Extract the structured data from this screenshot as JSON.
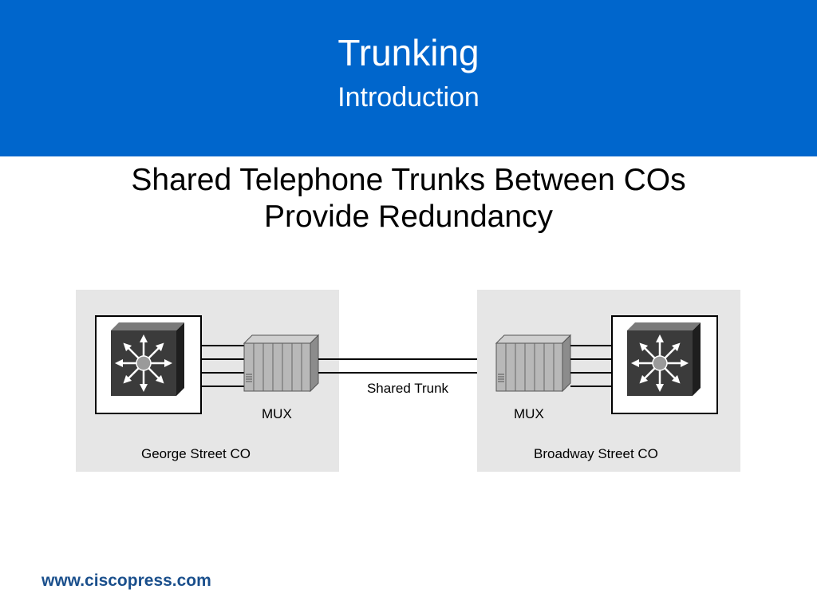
{
  "header": {
    "title": "Trunking",
    "subtitle": "Introduction"
  },
  "slide": {
    "heading_line1": "Shared Telephone Trunks Between COs",
    "heading_line2": "Provide Redundancy"
  },
  "diagram": {
    "left_office": {
      "label": "George Street CO",
      "mux_label": "MUX"
    },
    "right_office": {
      "label": "Broadway Street CO",
      "mux_label": "MUX"
    },
    "trunk_label": "Shared Trunk",
    "icons": {
      "switch": "telephone-switch-icon",
      "mux": "multiplexer-icon"
    },
    "colors": {
      "office_background": "#e6e6e6",
      "switch_face": "#3b3b3b",
      "switch_arrows": "#ffffff"
    }
  },
  "footer": {
    "url": "www.ciscopress.com"
  }
}
